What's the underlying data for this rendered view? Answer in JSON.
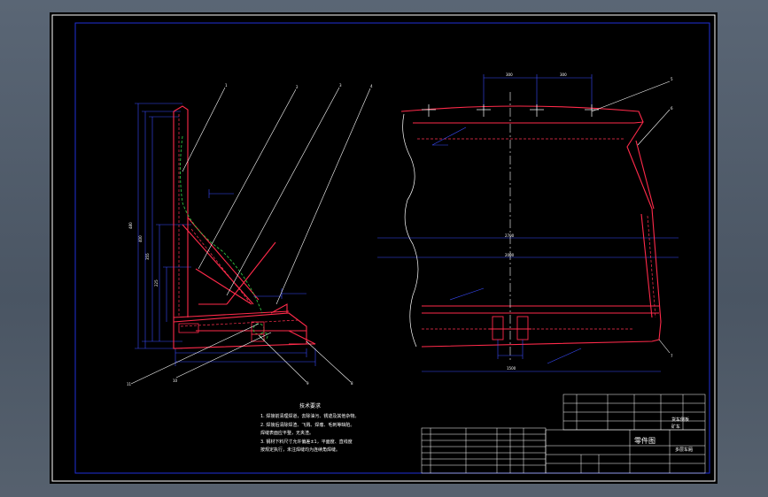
{
  "drawing": {
    "technical_notes": {
      "title": "技术要求",
      "lines": [
        "1. 焊接前清理焊道，去除油污、锈迹及其他杂物。",
        "2. 焊接后清除焊渣、飞溅、焊瘤、毛刺等缺陷。",
        "   焊缝表面应平整，无夹渣。",
        "3. 钢材下料尺寸允许偏差±1，平面度、直线度",
        "   按规定执行，未注焊缝均为连续角焊缝。"
      ]
    },
    "title_block": {
      "drawing_type": "零件图",
      "part_name": "货车侧板",
      "designer_line": "矿车",
      "org_line": "多层车厢"
    },
    "callouts": [
      "1",
      "2",
      "3",
      "4",
      "5",
      "6",
      "7",
      "8",
      "9",
      "10",
      "11"
    ],
    "colors": {
      "sheet": "#000000",
      "border": "#1f2fd8",
      "outline": "#ff2a4a",
      "hidden": "#ff3050",
      "center": "#ffffff",
      "dimension": "#3a4cff",
      "weld": "#2fbf3f",
      "leader": "#ffffff"
    }
  }
}
